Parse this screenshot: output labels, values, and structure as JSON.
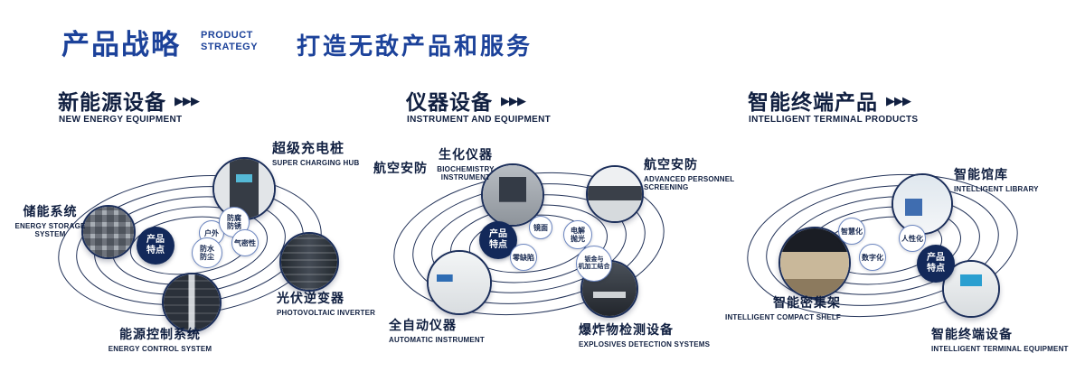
{
  "header": {
    "title": "产品战略",
    "subtitle_line1": "PRODUCT",
    "subtitle_line2": "STRATEGY",
    "slogan": "打造无敌产品和服务"
  },
  "colors": {
    "brand_blue": "#1c429a",
    "navy": "#101f40",
    "orbit_line": "#223258",
    "center_bubble": "#13295a"
  },
  "sections": [
    {
      "title": "新能源设备",
      "subtitle": "NEW ENERGY EQUIPMENT",
      "arrows": "▶▶▶",
      "center_label": "产品\n特点",
      "features": [
        "户外",
        "防腐\n防锈",
        "气密性",
        "防水\n防尘"
      ],
      "products": [
        {
          "name": "储能系统",
          "en": "ENERGY STORAGE SYSTEM"
        },
        {
          "name": "超级充电桩",
          "en": "SUPER CHARGING HUB"
        },
        {
          "name": "光伏逆变器",
          "en": "PHOTOVOLTAIC INVERTER"
        },
        {
          "name": "能源控制系统",
          "en": "ENERGY CONTROL SYSTEM"
        }
      ]
    },
    {
      "title": "仪器设备",
      "subtitle": "INSTRUMENT AND EQUIPMENT",
      "arrows": "▶▶▶",
      "extra_label": "航空安防",
      "center_label": "产品\n特点",
      "features": [
        "镜面",
        "电解\n抛光",
        "零缺陷",
        "钣金与\n机加工结合"
      ],
      "products": [
        {
          "name": "生化仪器",
          "en": "BIOCHEMISTRY INSTRUMENT"
        },
        {
          "name": "航空安防",
          "en": "ADVANCED PERSONNEL SCREENING"
        },
        {
          "name": "全自动仪器",
          "en": "AUTOMATIC INSTRUMENT"
        },
        {
          "name": "爆炸物检测设备",
          "en": "EXPLOSIVES DETECTION SYSTEMS"
        }
      ]
    },
    {
      "title": "智能终端产品",
      "subtitle": "INTELLIGENT TERMINAL PRODUCTS",
      "arrows": "▶▶▶",
      "center_label": "产品\n特点",
      "features": [
        "智慧化",
        "人性化",
        "数字化"
      ],
      "products": [
        {
          "name": "智能馆库",
          "en": "INTELLIGENT LIBRARY"
        },
        {
          "name": "智能密集架",
          "en": "INTELLIGENT COMPACT SHELF"
        },
        {
          "name": "智能终端设备",
          "en": "INTELLIGENT TERMINAL EQUIPMENT"
        }
      ]
    }
  ]
}
